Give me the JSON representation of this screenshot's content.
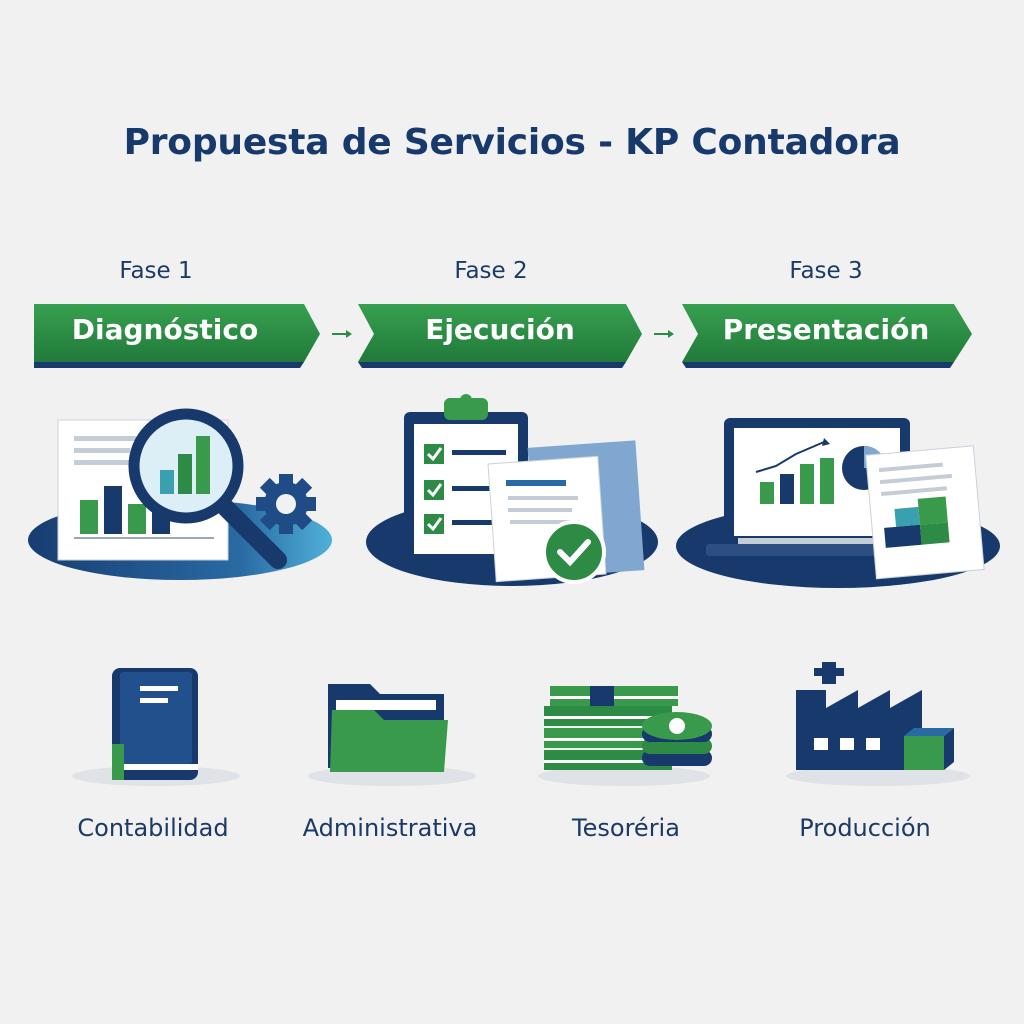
{
  "title": "Propuesta de Servicios - KP Contadora",
  "phases": [
    {
      "label": "Fase 1",
      "name": "Diagnóstico"
    },
    {
      "label": "Fase 2",
      "name": "Ejecución"
    },
    {
      "label": "Fase 3",
      "name": "Presentación"
    }
  ],
  "services": [
    {
      "label": "Contabilidad",
      "icon": "book-icon"
    },
    {
      "label": "Administrativa",
      "icon": "folder-icon"
    },
    {
      "label": "Tesoréria",
      "icon": "money-stack-icon"
    },
    {
      "label": "Producción",
      "icon": "factory-icon"
    }
  ],
  "colors": {
    "navy": "#17396b",
    "green": "#2e8b45",
    "background": "#f1f1f1"
  }
}
